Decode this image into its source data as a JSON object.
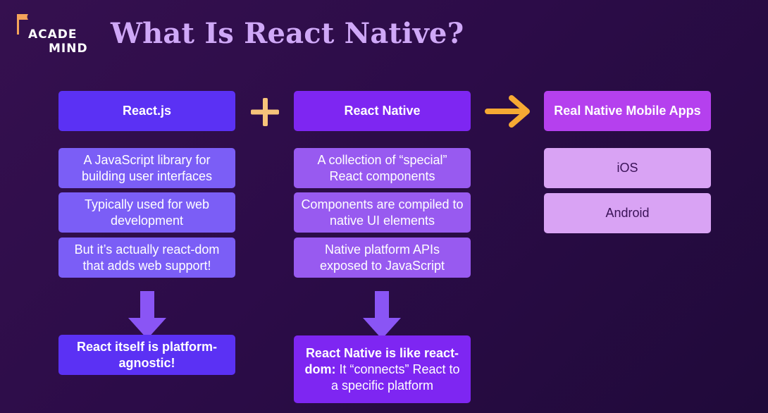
{
  "logo": {
    "line1": "ACADE",
    "line2": "MIND"
  },
  "title": "What Is React Native?",
  "columns": {
    "react": {
      "header": "React.js",
      "items": [
        "A JavaScript library for building user interfaces",
        "Typically used for web development",
        "But it’s actually react-dom that adds web support!"
      ],
      "bottom": "React itself is platform-agnostic!"
    },
    "react_native": {
      "header": "React Native",
      "items": [
        "A collection of “special” React components",
        "Components are compiled to native UI elements",
        "Native platform APIs exposed to JavaScript"
      ],
      "bottom_bold": "React Native is like react-dom:",
      "bottom_rest": " It “connects” React to a specific platform"
    },
    "apps": {
      "header": "Real Native Mobile Apps",
      "items": [
        "iOS",
        "Android"
      ]
    }
  },
  "colors": {
    "background": "#2c0c48",
    "title": "#cfa8f7",
    "react_header": "#5b31f4",
    "react_native_header": "#7e26f2",
    "apps_header": "#b540ee",
    "react_item": "#7b5ef6",
    "react_native_item": "#985af0",
    "apps_item": "#d9a3f4",
    "connector_accent": "#f6c37a",
    "down_arrow": "#8a55f5",
    "logo_flag": "#f4a45a"
  },
  "icons": {
    "plus": "plus-icon",
    "arrow_right": "arrow-right-icon",
    "arrow_down": "arrow-down-icon",
    "logo_flag": "flag-icon"
  }
}
